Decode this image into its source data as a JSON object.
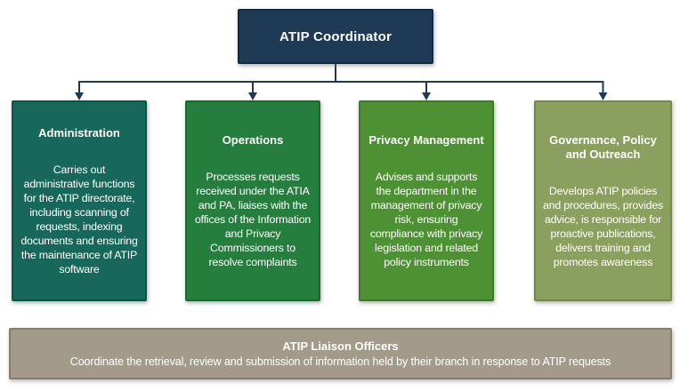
{
  "root": {
    "title": "ATIP Coordinator"
  },
  "branches": [
    {
      "title": "Administration",
      "body": "Carries out administrative functions for the ATIP directorate, including scanning of requests, indexing documents and ensuring the maintenance of ATIP software",
      "fill": "#17685A",
      "border": "#0F5348"
    },
    {
      "title": "Operations",
      "body": "Processes requests received under the ATIA and PA, liaises with the offices of the Information and Privacy Commissioners to resolve complaints",
      "fill": "#267E3E",
      "border": "#1B6830"
    },
    {
      "title": "Privacy Management",
      "body": "Advises and supports the department in the management of privacy risk, ensuring compliance with privacy legislation and related policy instruments",
      "fill": "#4E9134",
      "border": "#3E7829"
    },
    {
      "title": "Governance, Policy and Outreach",
      "body": "Develops ATIP policies and procedures, provides advice, is responsible for proactive publications, delivers training and promotes awareness",
      "fill": "#8BA05E",
      "border": "#75884B"
    }
  ],
  "footer": {
    "title": "ATIP Liaison Officers",
    "body": "Coordinate the retrieval, review and submission of information held by their branch in response to ATIP requests",
    "fill": "#A39B8A",
    "border": "#867E6D"
  },
  "colors": {
    "background": "#FFFFFF",
    "text": "#FFFFFF",
    "connector": "#1F3A54",
    "root_fill": "#1F3A54",
    "root_border": "#142B40",
    "footer_fill": "#A39B8A"
  }
}
